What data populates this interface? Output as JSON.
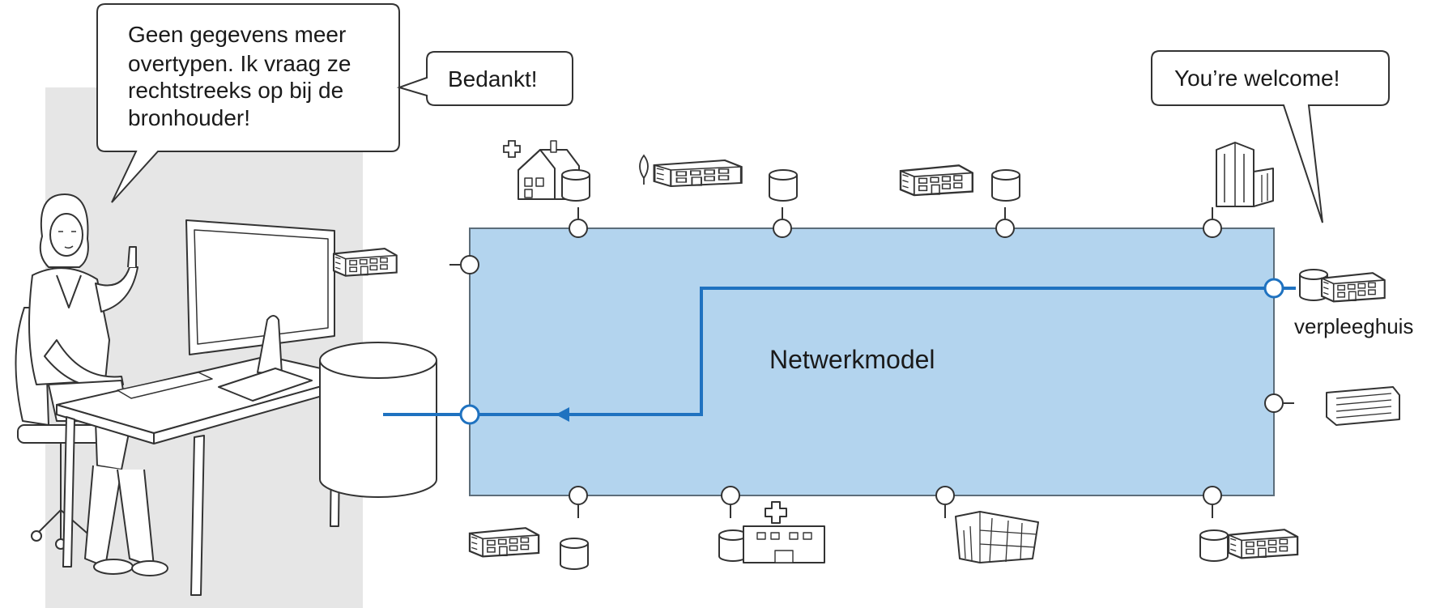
{
  "speech": {
    "user_lines": [
      "Geen gegevens meer",
      "overtypen. Ik vraag ze",
      "rechtstreeks op bij de",
      "bronhouder!"
    ],
    "thanks": "Bedankt!",
    "reply": "You’re welcome!"
  },
  "network": {
    "title": "Netwerkmodel",
    "source_label": "verpleeghuis"
  },
  "colors": {
    "network_fill": "#b3d4ee",
    "network_stroke": "#5c6d7a",
    "flow": "#1f72c0",
    "room_bg": "#e5e5e5",
    "line": "#333333"
  },
  "icons": [
    "person-icon",
    "computer-monitor-icon",
    "desk-icon",
    "office-chair-icon",
    "database-icon",
    "house-icon",
    "medical-cross-icon",
    "leaf-icon",
    "office-building-icon",
    "hospital-icon",
    "skyscraper-icon",
    "glass-building-icon",
    "connector-node-icon",
    "arrow-icon"
  ]
}
